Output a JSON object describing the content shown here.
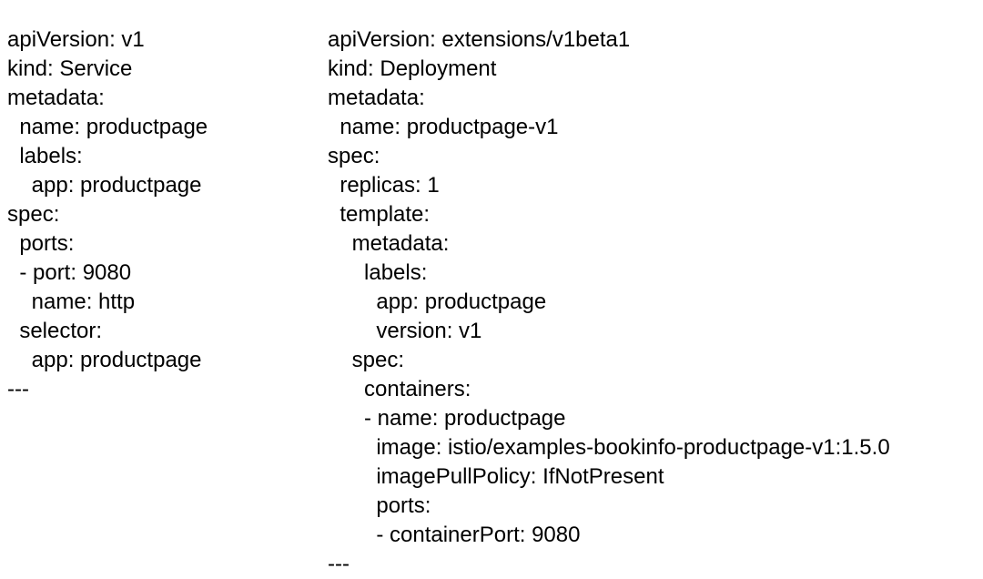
{
  "document": {
    "type": "kubernetes-yaml-manifest",
    "columns": [
      {
        "name": "service-manifest",
        "kind": "Service",
        "lines": [
          "apiVersion: v1",
          "kind: Service",
          "metadata:",
          "  name: productpage",
          "  labels:",
          "    app: productpage",
          "spec:",
          "  ports:",
          "  - port: 9080",
          "    name: http",
          "  selector:",
          "    app: productpage",
          "---"
        ]
      },
      {
        "name": "deployment-manifest",
        "kind": "Deployment",
        "lines": [
          "apiVersion: extensions/v1beta1",
          "kind: Deployment",
          "metadata:",
          "  name: productpage-v1",
          "spec:",
          "  replicas: 1",
          "  template:",
          "    metadata:",
          "      labels:",
          "        app: productpage",
          "        version: v1",
          "    spec:",
          "      containers:",
          "      - name: productpage",
          "        image: istio/examples-bookinfo-productpage-v1:1.5.0",
          "        imagePullPolicy: IfNotPresent",
          "        ports:",
          "        - containerPort: 9080",
          "---"
        ]
      }
    ],
    "fields": {
      "service": {
        "apiVersion": "v1",
        "kind": "Service",
        "metadata_name": "productpage",
        "metadata_labels_app": "productpage",
        "spec_ports_port": "9080",
        "spec_ports_name": "http",
        "spec_selector_app": "productpage"
      },
      "deployment": {
        "apiVersion": "extensions/v1beta1",
        "kind": "Deployment",
        "metadata_name": "productpage-v1",
        "spec_replicas": "1",
        "template_labels_app": "productpage",
        "template_labels_version": "v1",
        "container_name": "productpage",
        "container_image": "istio/examples-bookinfo-productpage-v1:1.5.0",
        "container_imagePullPolicy": "IfNotPresent",
        "container_port": "9080"
      }
    },
    "separator": "---",
    "text_color": "#000000",
    "background_color": "#ffffff"
  }
}
